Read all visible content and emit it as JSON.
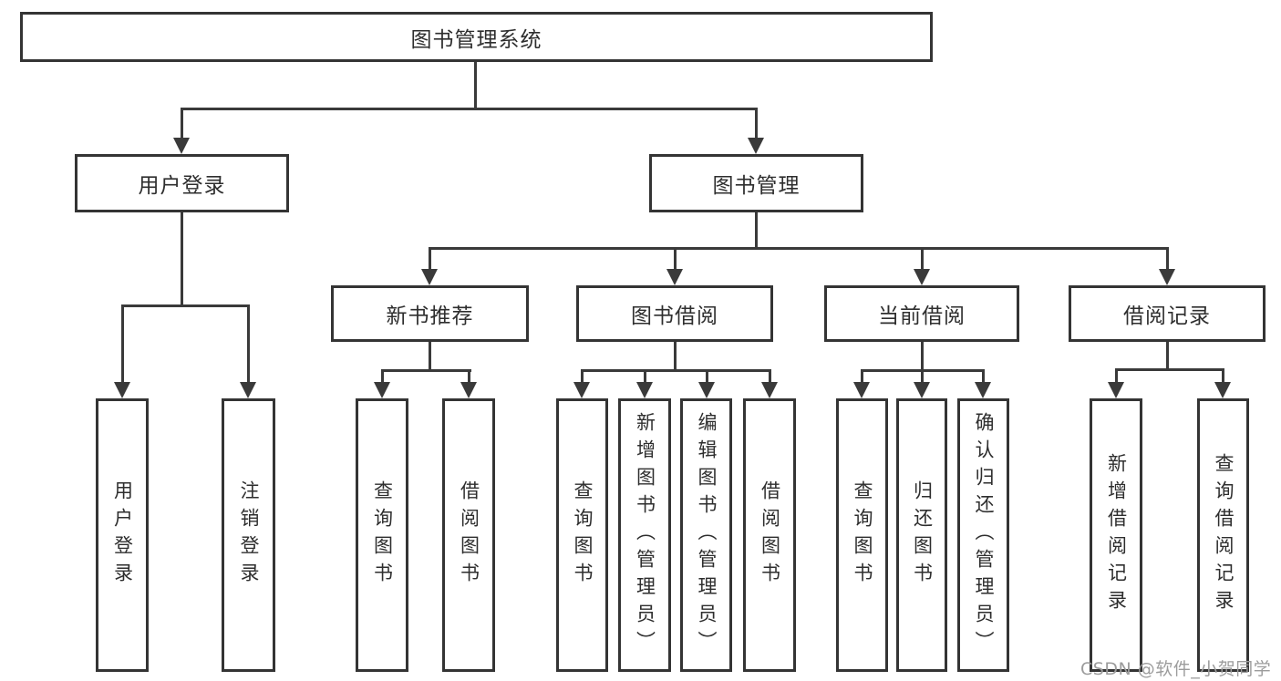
{
  "diagram": {
    "title": "图书管理系统",
    "type": "hierarchy-tree",
    "colors": {
      "background": "#ffffff",
      "line": "#3a3a3a",
      "box_border": "#343434",
      "text": "#2e2e2e",
      "watermark_text": "#9c9c9c"
    },
    "nodes": {
      "root": {
        "label": "图书管理系统"
      },
      "user_login": {
        "label": "用户登录"
      },
      "book_mgmt": {
        "label": "图书管理"
      },
      "new_book_rec": {
        "label": "新书推荐"
      },
      "book_borrow": {
        "label": "图书借阅"
      },
      "current_borrow": {
        "label": "当前借阅"
      },
      "borrow_records": {
        "label": "借阅记录"
      },
      "leaf_user_login": {
        "label": "用户登录"
      },
      "leaf_logout": {
        "label": "注销登录"
      },
      "leaf_rec_query": {
        "label": "查询图书"
      },
      "leaf_rec_borrow": {
        "label": "借阅图书"
      },
      "leaf_bb_query": {
        "label": "查询图书"
      },
      "leaf_bb_add": {
        "label": "新增图书（管理员）"
      },
      "leaf_bb_edit": {
        "label": "编辑图书（管理员）"
      },
      "leaf_bb_borrow": {
        "label": "借阅图书"
      },
      "leaf_cb_query": {
        "label": "查询图书"
      },
      "leaf_cb_return": {
        "label": "归还图书"
      },
      "leaf_cb_confirm": {
        "label": "确认归还（管理员）"
      },
      "leaf_br_add": {
        "label": "新增借阅记录"
      },
      "leaf_br_query": {
        "label": "查询借阅记录"
      }
    },
    "edges": [
      [
        "root",
        "user_login"
      ],
      [
        "root",
        "book_mgmt"
      ],
      [
        "user_login",
        "leaf_user_login"
      ],
      [
        "user_login",
        "leaf_logout"
      ],
      [
        "book_mgmt",
        "new_book_rec"
      ],
      [
        "book_mgmt",
        "book_borrow"
      ],
      [
        "book_mgmt",
        "current_borrow"
      ],
      [
        "book_mgmt",
        "borrow_records"
      ],
      [
        "new_book_rec",
        "leaf_rec_query"
      ],
      [
        "new_book_rec",
        "leaf_rec_borrow"
      ],
      [
        "book_borrow",
        "leaf_bb_query"
      ],
      [
        "book_borrow",
        "leaf_bb_add"
      ],
      [
        "book_borrow",
        "leaf_bb_edit"
      ],
      [
        "book_borrow",
        "leaf_bb_borrow"
      ],
      [
        "current_borrow",
        "leaf_cb_query"
      ],
      [
        "current_borrow",
        "leaf_cb_return"
      ],
      [
        "current_borrow",
        "leaf_cb_confirm"
      ],
      [
        "borrow_records",
        "leaf_br_add"
      ],
      [
        "borrow_records",
        "leaf_br_query"
      ]
    ],
    "watermark": "CSDN @软件_小贺同学"
  }
}
